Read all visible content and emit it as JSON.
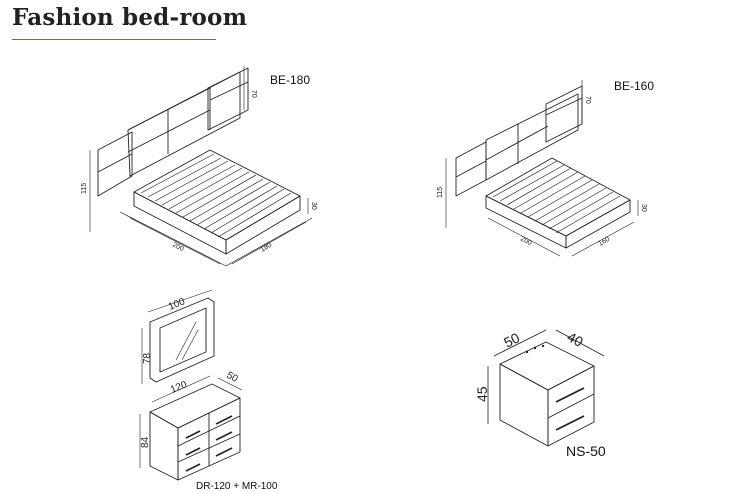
{
  "page": {
    "title": "Fashion bed-room"
  },
  "products": {
    "bed_180": {
      "code": "BE-180",
      "dims": {
        "headboard_height": "70",
        "total_height": "115",
        "length": "200",
        "width": "180",
        "frame_height": "30"
      }
    },
    "bed_160": {
      "code": "BE-160",
      "dims": {
        "headboard_height": "70",
        "total_height": "115",
        "length": "200",
        "width": "160",
        "frame_height": "30"
      }
    },
    "dresser_mirror": {
      "code": "DR-120 + MR-100",
      "dims": {
        "mirror_width": "100",
        "mirror_height": "78",
        "dresser_width": "120",
        "dresser_depth": "50",
        "dresser_height": "84"
      }
    },
    "nightstand": {
      "code": "NS-50",
      "dims": {
        "width": "50",
        "depth": "40",
        "height": "45"
      }
    }
  }
}
